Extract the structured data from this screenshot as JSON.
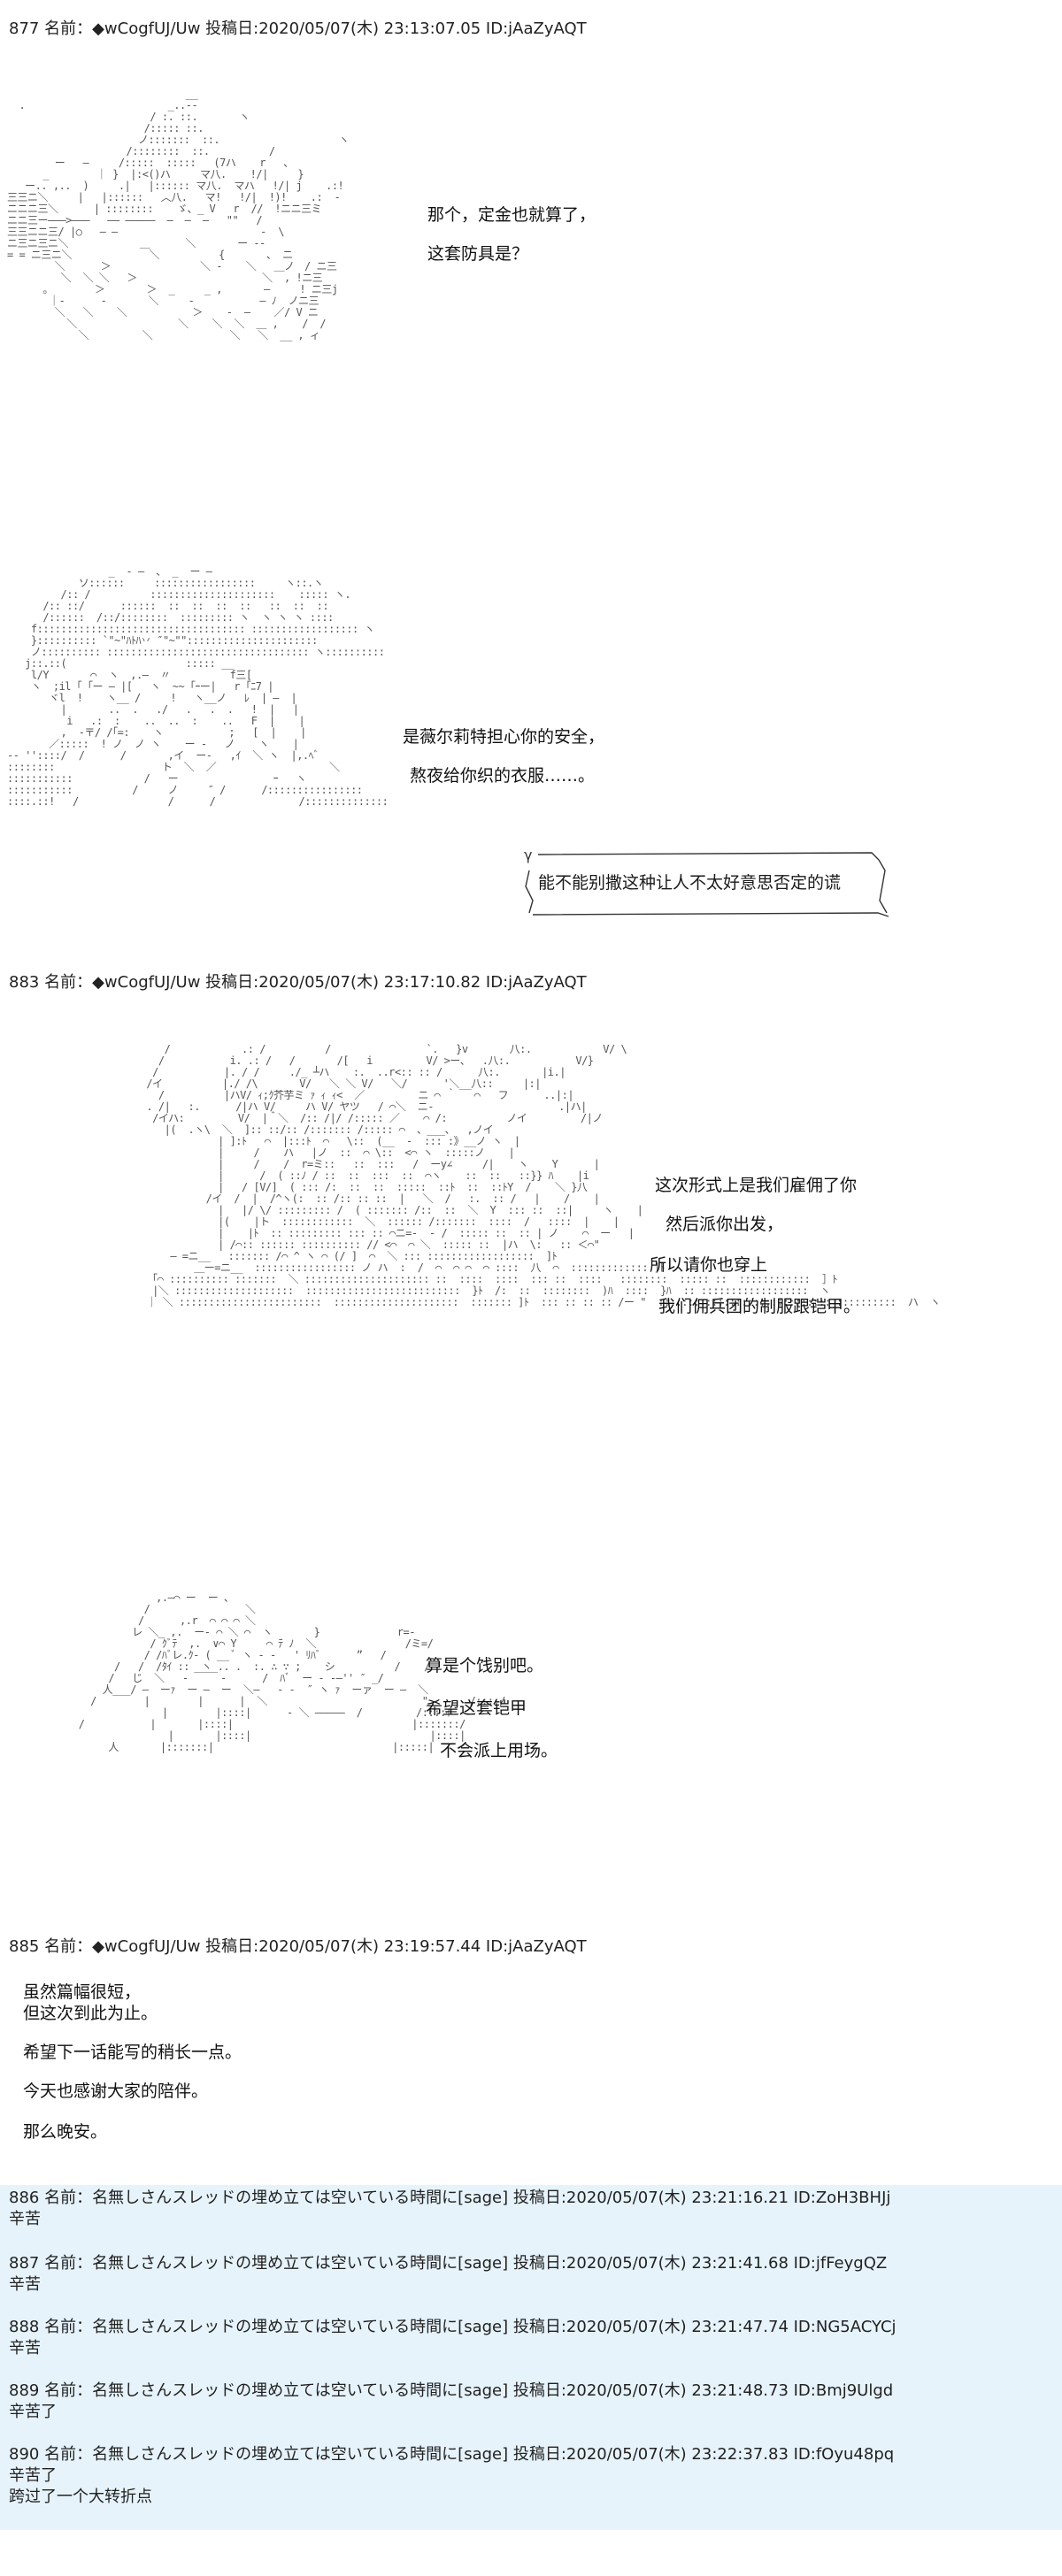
{
  "posts": [
    {
      "header": "877 名前：◆wCogfUJ/Uw  投稿日:2020/05/07(木) 23:13:07.05 ID:jAaZyAQT",
      "speech_a": [
        "那个，定金也就算了，",
        "这套防具是？"
      ],
      "speech_b": [
        "是薇尔莉特担心你的安全，",
        "熬夜给你织的衣服……。"
      ],
      "bubble": "能不能别撒这种让人不太好意思否定的谎"
    },
    {
      "header": "883 名前：◆wCogfUJ/Uw  投稿日:2020/05/07(木) 23:17:10.82 ID:jAaZyAQT",
      "speech_a": [
        "这次形式上是我们雇佣了你",
        "然后派你出发，",
        "所以请你也穿上",
        "我们佣兵团的制服跟铠甲。"
      ],
      "speech_b": [
        "算是个饯别吧。",
        "希望这套铠甲",
        "不会派上用场。"
      ]
    },
    {
      "header": "885 名前：◆wCogfUJ/Uw  投稿日:2020/05/07(木) 23:19:57.44 ID:jAaZyAQT",
      "lines": [
        "虽然篇幅很短，",
        "但这次到此为止。",
        "希望下一话能写的稍长一点。",
        "今天也感谢大家的陪伴。",
        "那么晚安。"
      ]
    }
  ],
  "sage_posts": [
    {
      "header": "886 名前：名無しさんスレッドの埋め立ては空いている時間に[sage] 投稿日:2020/05/07(木) 23:21:16.21 ID:ZoH3BHJj",
      "body": [
        "辛苦"
      ]
    },
    {
      "header": "887 名前：名無しさんスレッドの埋め立ては空いている時間に[sage] 投稿日:2020/05/07(木) 23:21:41.68 ID:jfFeygQZ",
      "body": [
        "辛苦"
      ]
    },
    {
      "header": "888 名前：名無しさんスレッドの埋め立ては空いている時間に[sage] 投稿日:2020/05/07(木) 23:21:47.74 ID:NG5ACYCj",
      "body": [
        "辛苦"
      ]
    },
    {
      "header": "889 名前：名無しさんスレッドの埋め立ては空いている時間に[sage] 投稿日:2020/05/07(木) 23:21:48.73 ID:Bmj9Ulgd",
      "body": [
        "辛苦了"
      ]
    },
    {
      "header": "890 名前：名無しさんスレッドの埋め立ては空いている時間に[sage] 投稿日:2020/05/07(木) 23:22:37.83 ID:fOyu48pq",
      "body": [
        "辛苦了",
        "跨过了一个大转折点"
      ]
    }
  ],
  "colors": {
    "sage_background": "#e6f3fb",
    "text": "#1a1a1a",
    "ascii_art": "#555555"
  }
}
